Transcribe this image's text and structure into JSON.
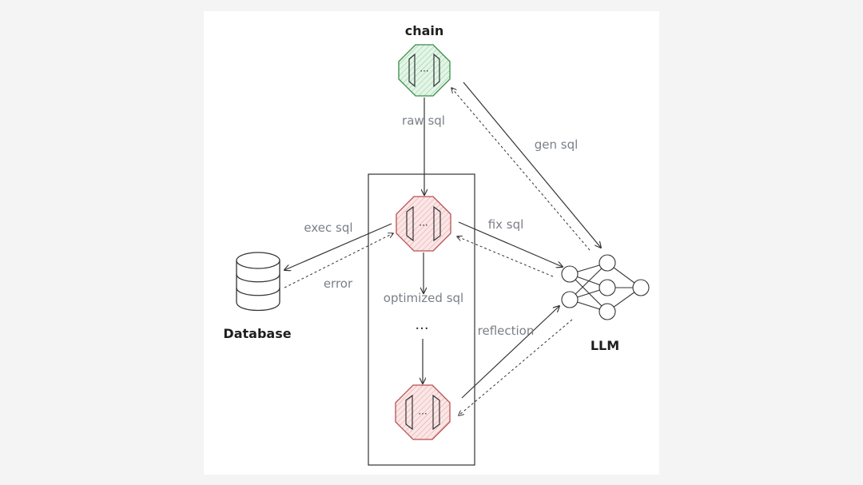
{
  "title": "chain",
  "labels": {
    "raw_sql": "raw sql",
    "gen_sql": "gen sql",
    "exec_sql": "exec sql",
    "error": "error",
    "fix_sql": "fix sql",
    "optimized_sql": "optimized sql",
    "reflection": "reflection",
    "ellipsis": "...",
    "node_dots": "···"
  },
  "entities": {
    "database": "Database",
    "llm": "LLM"
  },
  "colors": {
    "chain_fill": "#d6f0dc",
    "chain_stroke": "#3a8a4a",
    "step_fill": "#f8dcdc",
    "step_stroke": "#b85050",
    "line": "#333333",
    "label": "#7a8088"
  }
}
